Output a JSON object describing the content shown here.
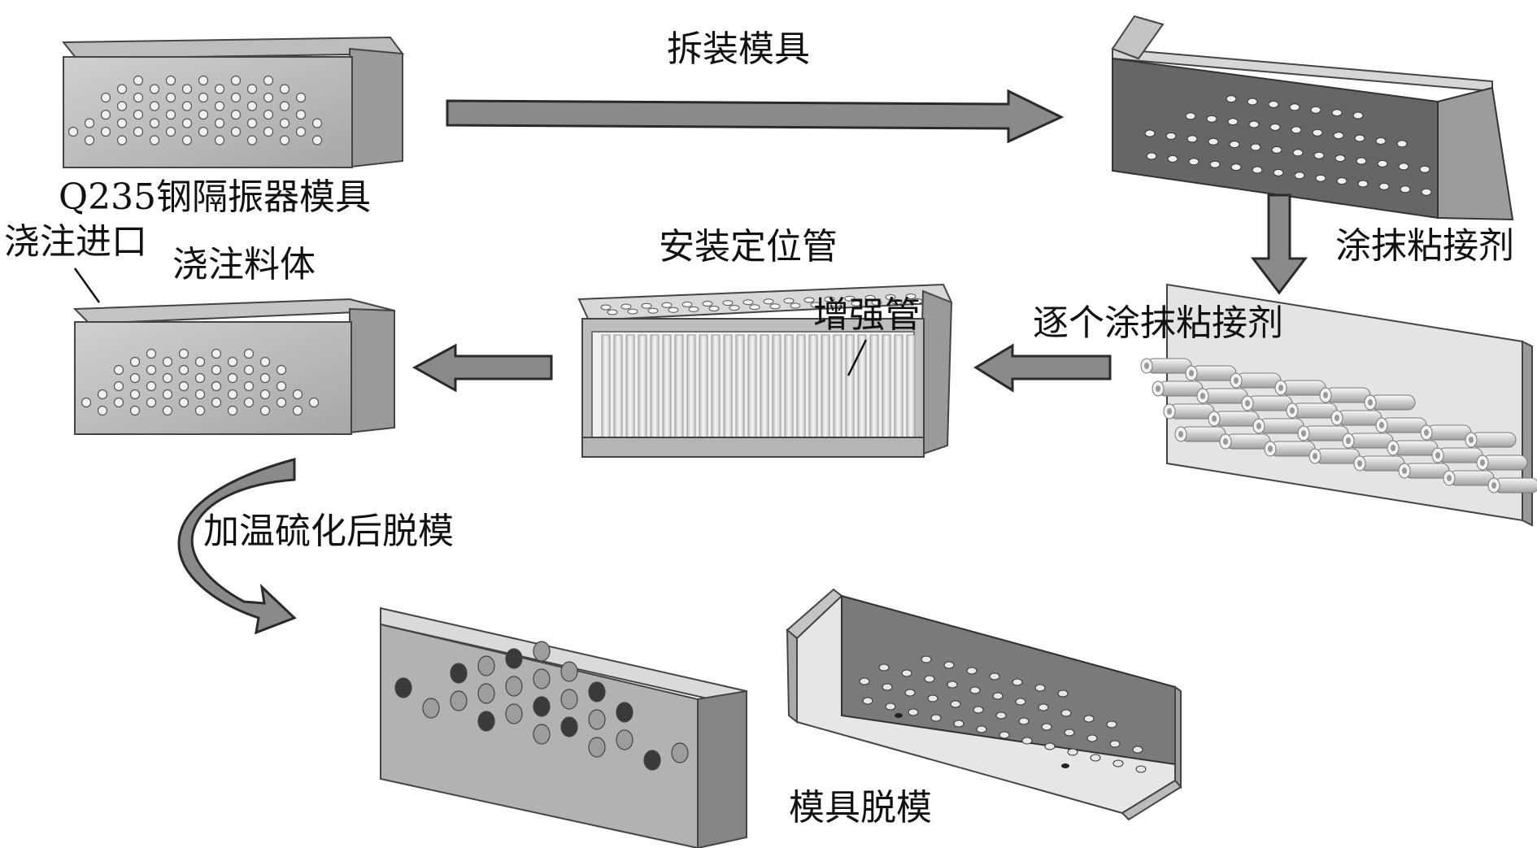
{
  "labels": {
    "q235_mold": "Q235钢隔振器模具",
    "disassemble": "拆装模具",
    "apply_adhesive": "涂抹粘接剂",
    "apply_each": "逐个涂抹粘接剂",
    "install_tubes": "安装定位管",
    "reinforce_tube": "增强管",
    "pour_inlet": "浇注进口",
    "pour_body": "浇注料体",
    "heat_cure": "加温硫化后脱模",
    "demold": "模具脱模"
  },
  "colors": {
    "arrow_fill": "#8a8a8a",
    "arrow_stroke": "#2a2a2a",
    "steel_light": "#c9c9c9",
    "steel_mid": "#a9a9a9",
    "steel_dark": "#666666",
    "hole": "#f0f0f0",
    "hole_dark": "#3a3a3a"
  }
}
